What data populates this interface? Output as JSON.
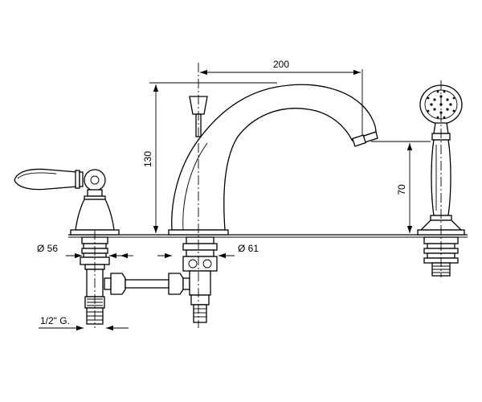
{
  "dimensions": {
    "spout_reach": "200",
    "height_total": "130",
    "shower_height": "70",
    "diameter_left": "Ø 56",
    "diameter_center": "Ø 61",
    "thread_size": "1/2\" G."
  }
}
